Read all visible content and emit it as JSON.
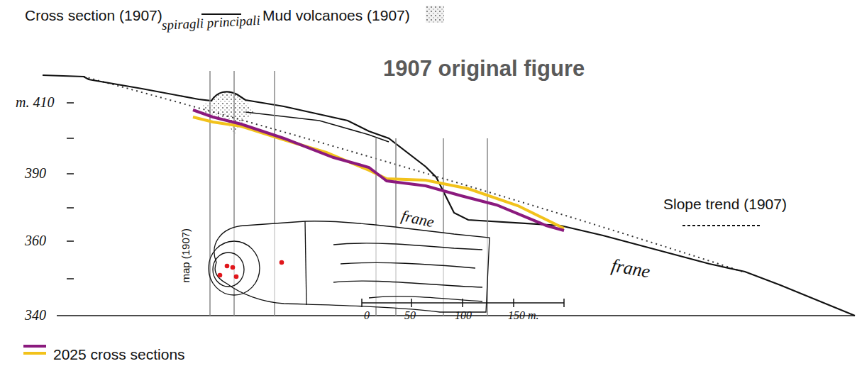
{
  "diagram": {
    "title": "1907 original figure",
    "labels": [
      "spiragli principali",
      "m. 410",
      "390",
      "360",
      "340",
      "frane",
      "frane",
      "map (1907)",
      "0",
      "50",
      "100",
      "150 m."
    ],
    "legend": [
      {
        "text": "Cross section (1907)"
      },
      {
        "text": "Mud volcanoes (1907)"
      },
      {
        "text": "Slope trend (1907)"
      },
      {
        "text": "2025 cross sections"
      }
    ]
  }
}
